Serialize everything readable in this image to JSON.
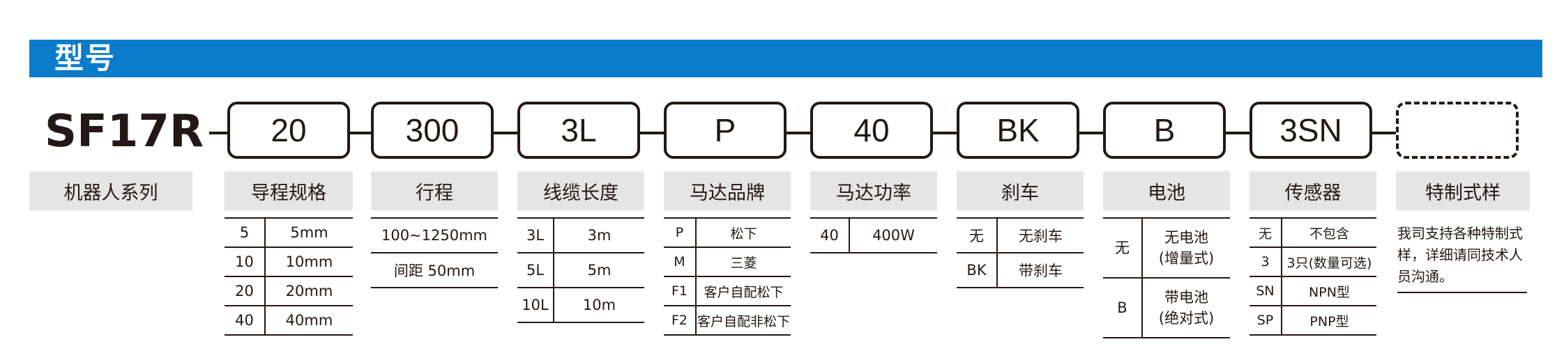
{
  "banner": {
    "title": "型号"
  },
  "model": "SF17R",
  "segments": [
    {
      "code": "20",
      "header": "导程规格"
    },
    {
      "code": "300",
      "header": "行程"
    },
    {
      "code": "3L",
      "header": "线缆长度"
    },
    {
      "code": "P",
      "header": "马达品牌"
    },
    {
      "code": "40",
      "header": "马达功率"
    },
    {
      "code": "BK",
      "header": "刹车"
    },
    {
      "code": "B",
      "header": "电池"
    },
    {
      "code": "3SN",
      "header": "传感器"
    },
    {
      "code": "",
      "header": "特制式样"
    }
  ],
  "series_label": "机器人系列",
  "lead": [
    {
      "code": "5",
      "value": "5mm"
    },
    {
      "code": "10",
      "value": "10mm"
    },
    {
      "code": "20",
      "value": "20mm"
    },
    {
      "code": "40",
      "value": "40mm"
    }
  ],
  "stroke": {
    "range": "100~1250mm",
    "pitch": "间距 50mm"
  },
  "cable": [
    {
      "code": "3L",
      "value": "3m"
    },
    {
      "code": "5L",
      "value": "5m"
    },
    {
      "code": "10L",
      "value": "10m"
    }
  ],
  "brand": [
    {
      "code": "P",
      "value": "松下"
    },
    {
      "code": "M",
      "value": "三菱"
    },
    {
      "code": "F1",
      "value": "客户自配松下"
    },
    {
      "code": "F2",
      "value": "客户自配非松下"
    }
  ],
  "power": [
    {
      "code": "40",
      "value": "400W"
    }
  ],
  "brake": [
    {
      "code": "无",
      "value": "无刹车"
    },
    {
      "code": "BK",
      "value": "带刹车"
    }
  ],
  "battery": [
    {
      "code": "无",
      "line1": "无电池",
      "line2": "(增量式)"
    },
    {
      "code": "B",
      "line1": "带电池",
      "line2": "(绝对式)"
    }
  ],
  "sensor": [
    {
      "code": "无",
      "value": "不包含"
    },
    {
      "code": "3",
      "value": "3只(数量可选)"
    },
    {
      "code": "SN",
      "value": "NPN型"
    },
    {
      "code": "SP",
      "value": "PNP型"
    }
  ],
  "special_note": "我司支持各种特制式样，详细请同技术人员沟通。"
}
